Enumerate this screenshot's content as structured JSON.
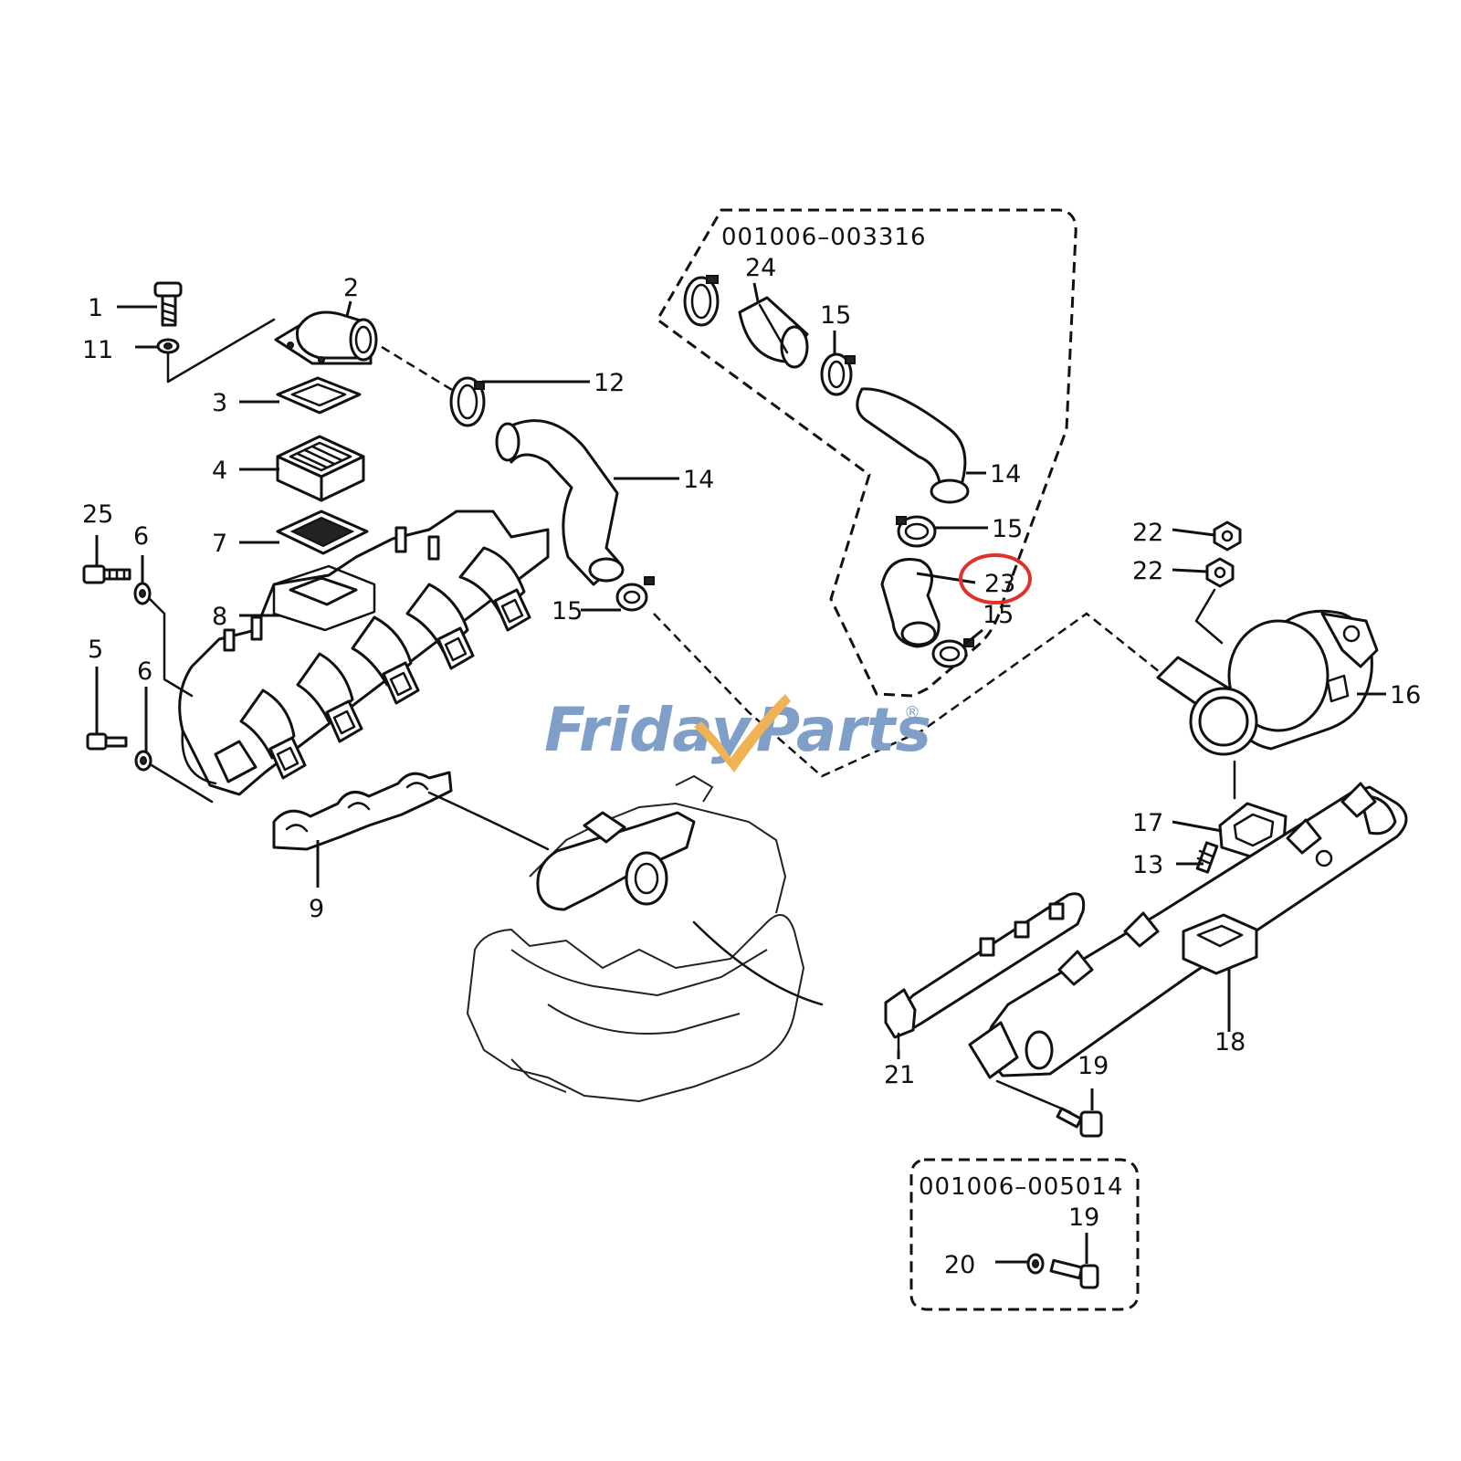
{
  "watermark": {
    "part1": "Friday",
    "part2": "Parts",
    "mark": "®"
  },
  "groups": {
    "inset_top": "001006–003316",
    "inset_bottom": "001006–005014"
  },
  "callouts": {
    "c1": "1",
    "c2": "2",
    "c3": "3",
    "c4": "4",
    "c5": "5",
    "c6a": "6",
    "c6b": "6",
    "c7": "7",
    "c8": "8",
    "c9": "9",
    "c11": "11",
    "c12": "12",
    "c13": "13",
    "c14a": "14",
    "c14b": "14",
    "c15a": "15",
    "c15b": "15",
    "c15c": "15",
    "c15d": "15",
    "c16": "16",
    "c17": "17",
    "c18": "18",
    "c19a": "19",
    "c19b": "19",
    "c20": "20",
    "c21": "21",
    "c22a": "22",
    "c22b": "22",
    "c23": "23",
    "c24": "24",
    "c25": "25"
  },
  "highlight": {
    "target": "23",
    "color": "#e0302a"
  }
}
